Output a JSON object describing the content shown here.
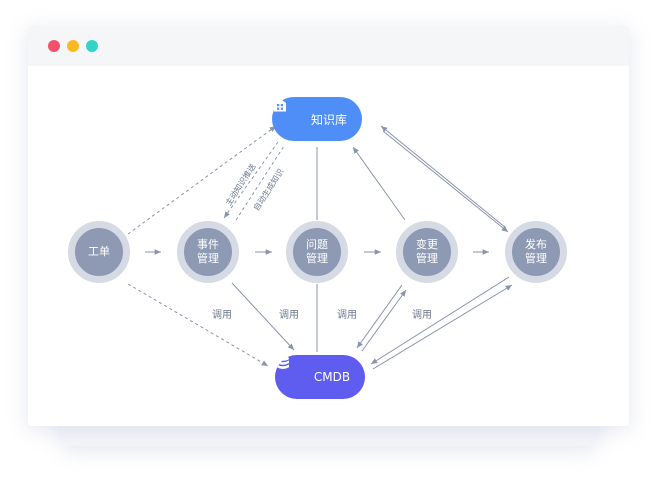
{
  "window": {
    "traffic_lights": {
      "red": "#f4516c",
      "yellow": "#ffb822",
      "green": "#34d3c9"
    }
  },
  "knowledge_base": {
    "label": "知识库",
    "icon": "knowledge-base-icon",
    "color": "#4f8ef7"
  },
  "cmdb": {
    "label": "CMDB",
    "icon": "database-icon",
    "color": "#5f5cf0"
  },
  "nodes": [
    {
      "id": "ticket",
      "label": "工单"
    },
    {
      "id": "incident",
      "label": "事件\n管理"
    },
    {
      "id": "problem",
      "label": "问题\n管理"
    },
    {
      "id": "change",
      "label": "变更\n管理"
    },
    {
      "id": "release",
      "label": "发布\n管理"
    }
  ],
  "edge_labels": {
    "invoke": "调用",
    "push_knowledge": "主动知识推送",
    "auto_generate_knowledge": "自动生成知识"
  },
  "colors": {
    "node_fill": "#8e9ab3",
    "node_ring": "#d6dae4",
    "edge": "#8a93ad"
  }
}
